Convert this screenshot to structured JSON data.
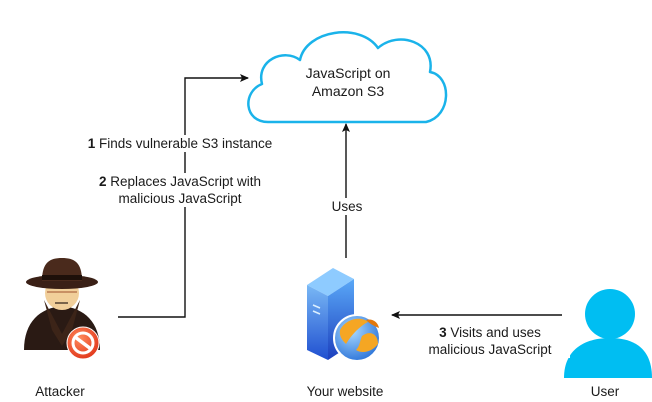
{
  "diagram": {
    "type": "attack-flow",
    "colors": {
      "cloud_stroke": "#1ab3ea",
      "user_fill": "#00bef2",
      "arrow": "#111111",
      "text": "#1a1a1a"
    },
    "nodes": {
      "cloud": {
        "icon": "cloud-icon",
        "line1": "JavaScript on",
        "line2": "Amazon S3"
      },
      "attacker": {
        "icon": "attacker-spy-icon",
        "caption": "Attacker"
      },
      "website": {
        "icon": "web-server-globe-icon",
        "caption": "Your website"
      },
      "user": {
        "icon": "user-icon",
        "caption": "User"
      }
    },
    "edges": [
      {
        "from": "attacker",
        "to": "cloud",
        "labels": [
          {
            "num": "1",
            "text": " Finds vulnerable S3 instance"
          },
          {
            "num": "2",
            "text": " Replaces JavaScript with",
            "text2": "malicious JavaScript"
          }
        ]
      },
      {
        "from": "website",
        "to": "cloud",
        "label": "Uses"
      },
      {
        "from": "user",
        "to": "website",
        "num": "3",
        "text": " Visits and uses",
        "text2": "malicious JavaScript"
      }
    ]
  }
}
